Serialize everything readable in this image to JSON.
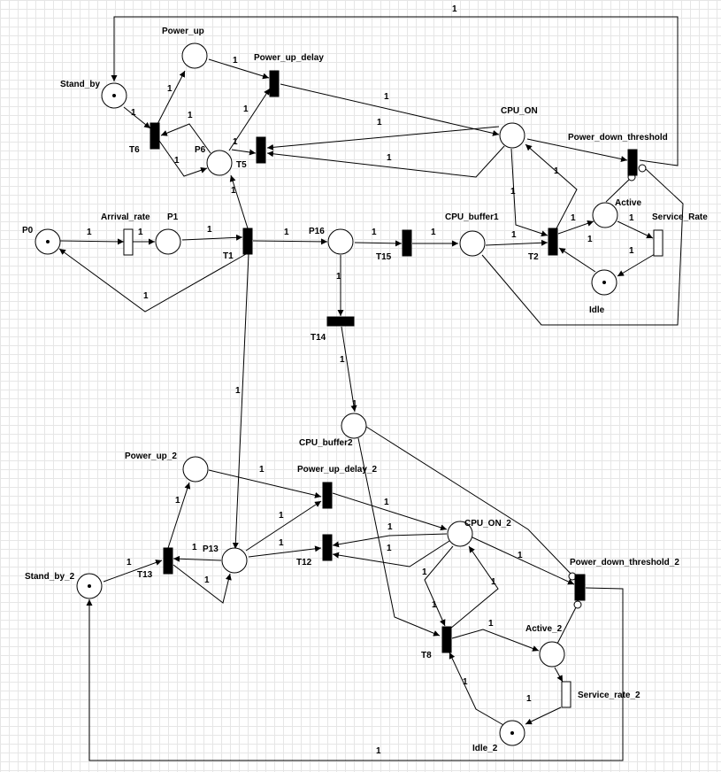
{
  "places": {
    "p0": "P0",
    "p1": "P1",
    "p6": "P6",
    "p13": "P13",
    "p16": "P16",
    "power_up": "Power_up",
    "stand_by": "Stand_by",
    "cpu_on": "CPU_ON",
    "cpu_buffer1": "CPU_buffer1",
    "active": "Active",
    "idle": "Idle",
    "cpu_buffer2": "CPU_buffer2",
    "power_up_2": "Power_up_2",
    "stand_by_2": "Stand_by_2",
    "cpu_on_2": "CPU_ON_2",
    "active_2": "Active_2",
    "idle_2": "Idle_2"
  },
  "transitions": {
    "t1": "T1",
    "t2": "T2",
    "t5": "T5",
    "t6": "T6",
    "t8": "T8",
    "t12": "T12",
    "t13": "T13",
    "t14": "T14",
    "t15": "T15",
    "arrival_rate": "Arrival_rate",
    "power_up_delay": "Power_up_delay",
    "power_down_threshold": "Power_down_threshold",
    "service_rate": "Service_Rate",
    "power_up_delay_2": "Power_up_delay_2",
    "power_down_threshold_2": "Power_down_threshold_2",
    "service_rate_2": "Service_rate_2"
  },
  "arc_weight": "1"
}
